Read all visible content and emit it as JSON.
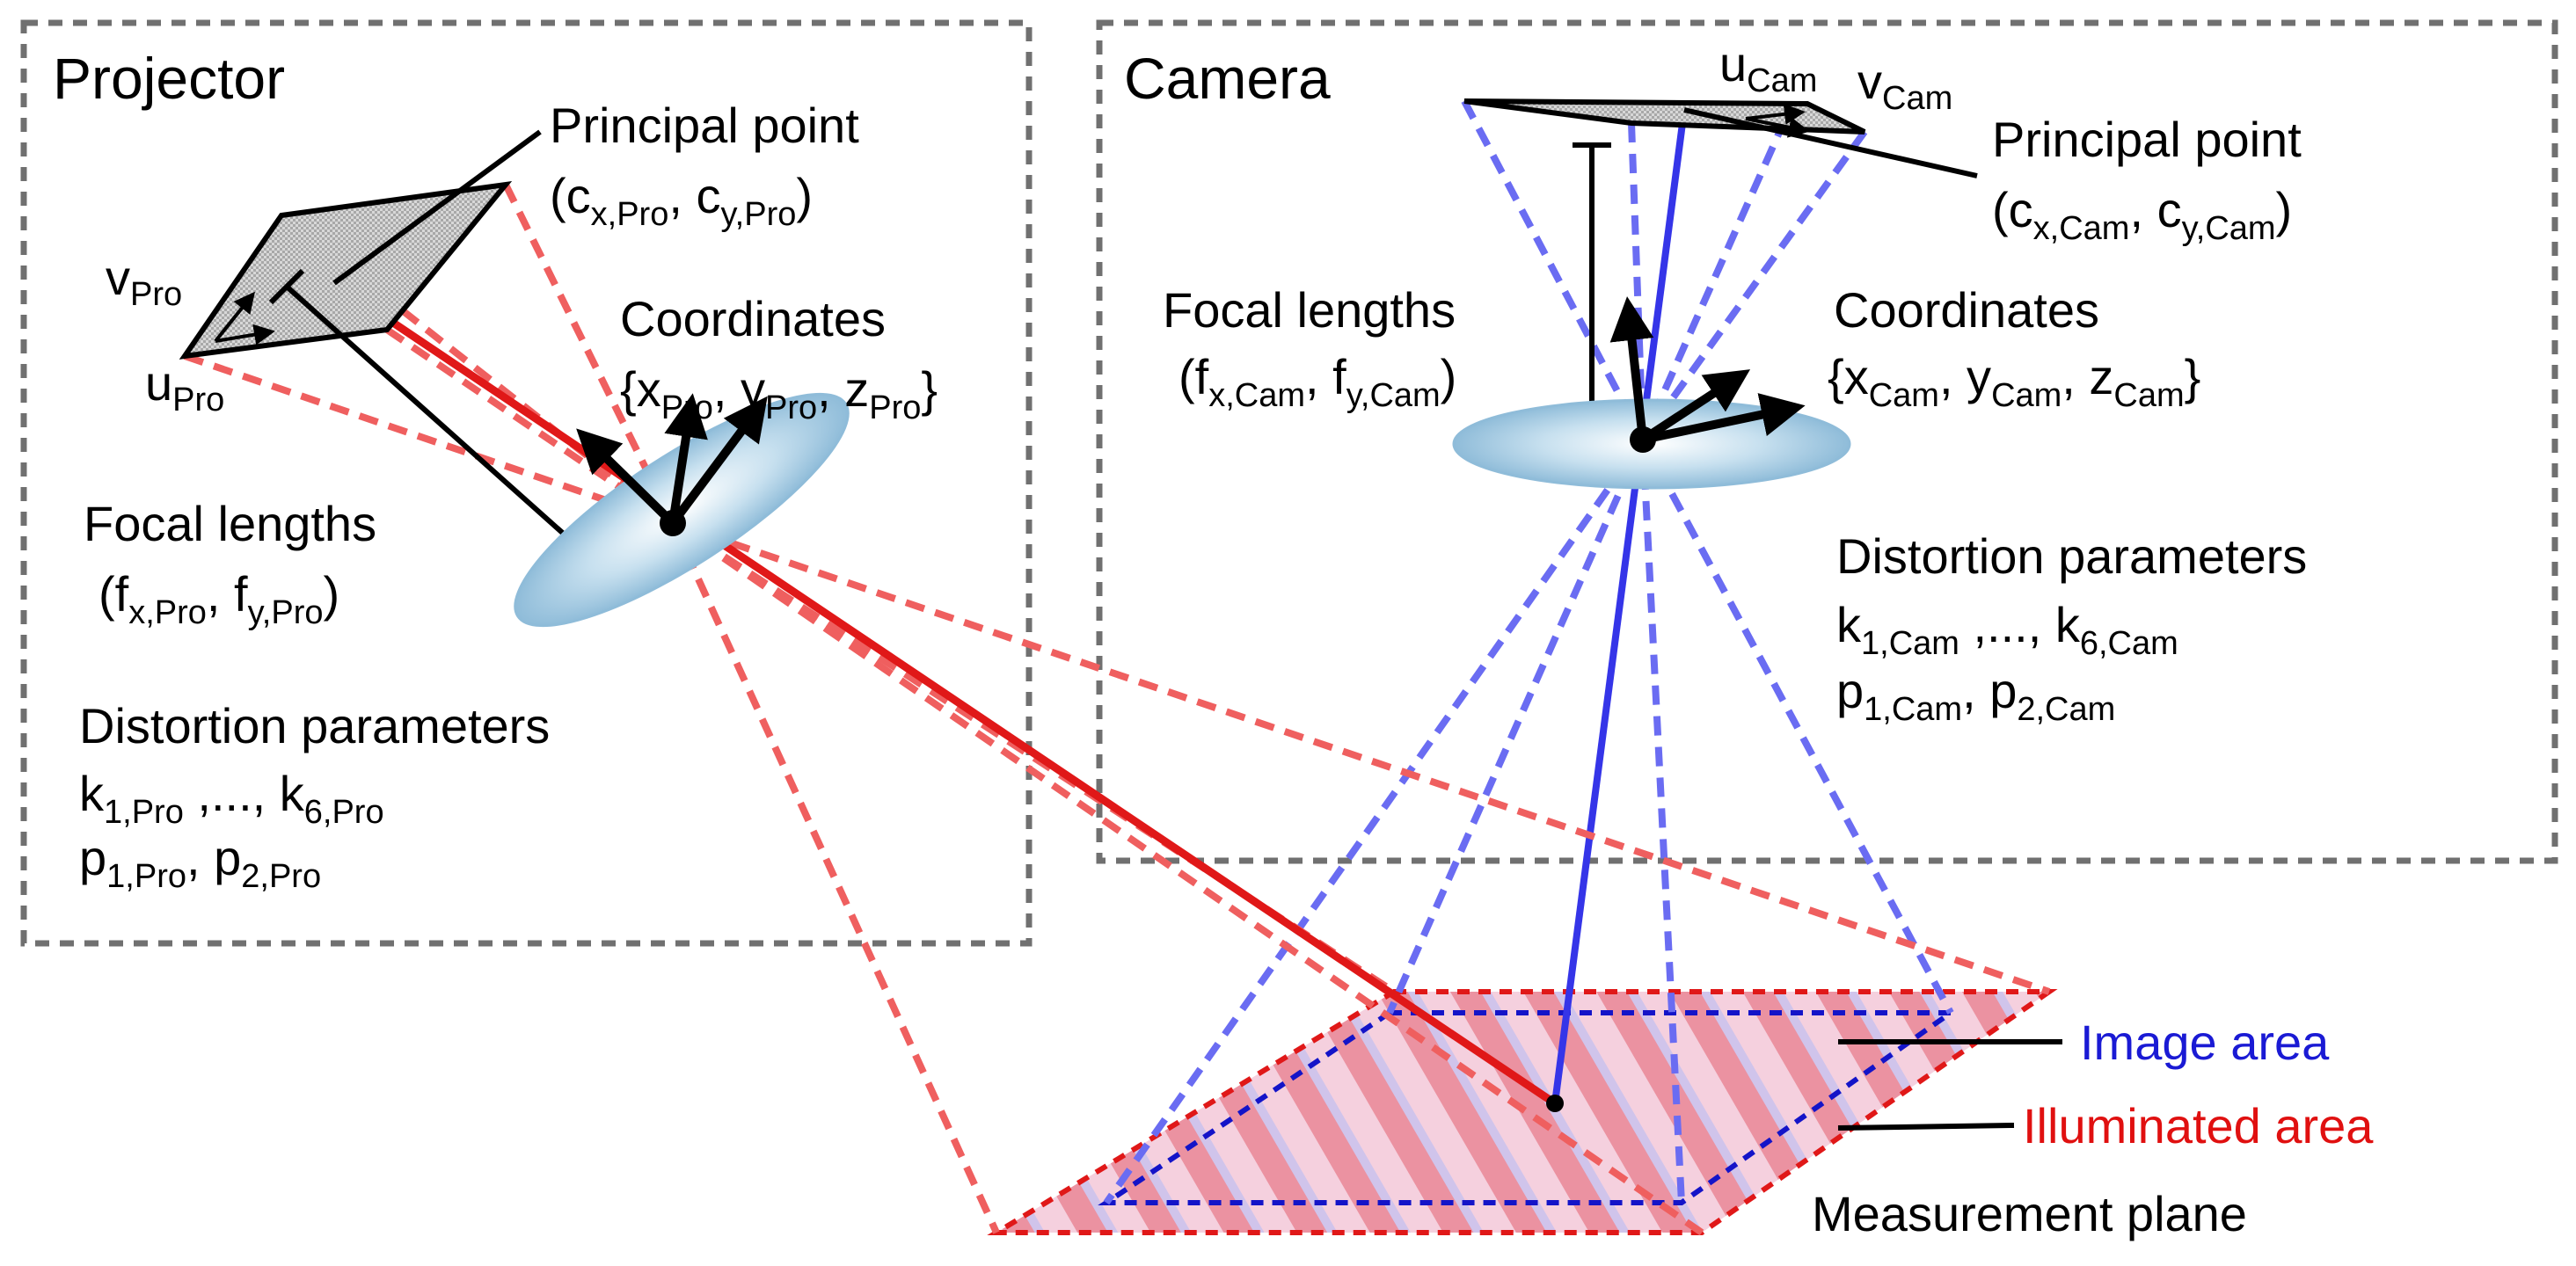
{
  "projector": {
    "title": "Projector",
    "principal_point": "Principal point",
    "pp_c": "c",
    "pp_cx_sub": "x,Pro",
    "pp_sep": ", c",
    "pp_cy_sub": "y,Pro",
    "coords_title": "Coordinates",
    "coords_x": "x",
    "coords_x_sub": "Pro",
    "coords_y": ", y",
    "coords_y_sub": "Pro",
    "coords_z": ", z",
    "coords_z_sub": "Pro",
    "focal_title": "Focal lengths",
    "focal_f": "f",
    "focal_fx_sub": "x,Pro",
    "focal_sep": ", f",
    "focal_fy_sub": "y,Pro",
    "distortion_title": "Distortion parameters",
    "k_first": "k",
    "k_first_sub": "1,Pro",
    "k_mid": " ,..., k",
    "k_last_sub": "6,Pro",
    "p_first": "p",
    "p_first_sub": "1,Pro",
    "p_mid": ", p",
    "p_last_sub": "2,Pro",
    "v": "v",
    "v_sub": "Pro",
    "u": "u",
    "u_sub": "Pro"
  },
  "camera": {
    "title": "Camera",
    "principal_point": "Principal point",
    "pp_c": "c",
    "pp_cx_sub": "x,Cam",
    "pp_sep": ", c",
    "pp_cy_sub": "y,Cam",
    "coords_title": "Coordinates",
    "coords_x": "x",
    "coords_x_sub": "Cam",
    "coords_y": ", y",
    "coords_y_sub": "Cam",
    "coords_z": ", z",
    "coords_z_sub": "Cam",
    "focal_title": "Focal lengths",
    "focal_f": "f",
    "focal_fx_sub": "x,Cam",
    "focal_sep": ", f",
    "focal_fy_sub": "y,Cam",
    "distortion_title": "Distortion parameters",
    "k_first": "k",
    "k_first_sub": "1,Cam",
    "k_mid": " ,..., k",
    "k_last_sub": "6,Cam",
    "p_first": "p",
    "p_first_sub": "1,Cam",
    "p_mid": ", p",
    "p_last_sub": "2,Cam",
    "u": "u",
    "u_sub": "Cam",
    "v": "v",
    "v_sub": "Cam"
  },
  "plane": {
    "image_area": "Image area",
    "illuminated_area": "Illuminated area",
    "measurement_plane": "Measurement plane"
  },
  "colors": {
    "projector_ray": "#e01818",
    "projector_ray_light": "#ef5f5f",
    "camera_ray": "#3535e8",
    "camera_ray_light": "#6a6cf2",
    "image_area_label": "#1a1ad4",
    "illuminated_area_label": "#e01010",
    "lens": "#9cc6e0",
    "box_border": "#707070"
  }
}
